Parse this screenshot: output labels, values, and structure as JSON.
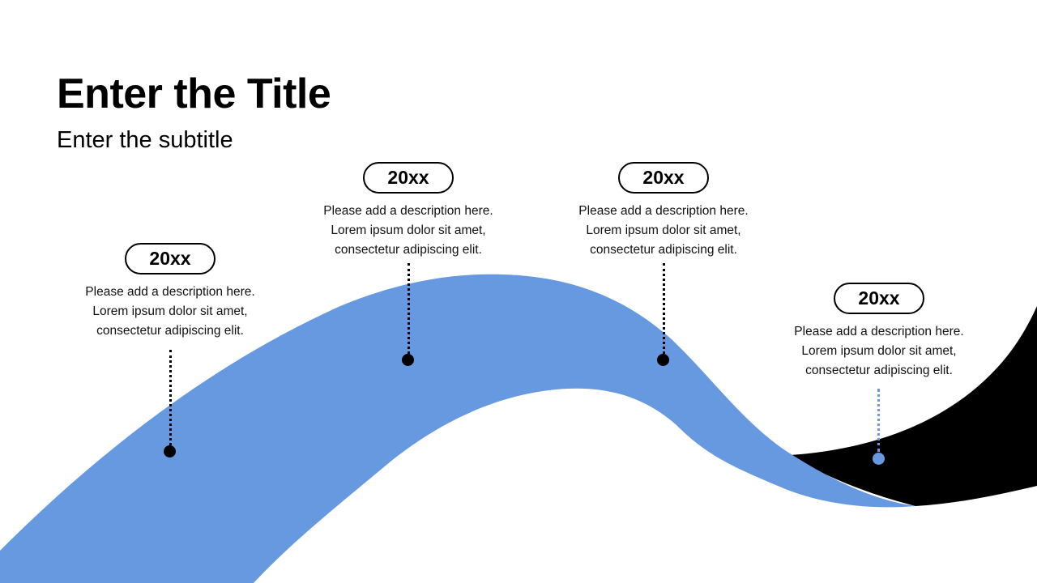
{
  "slide": {
    "title": "Enter the Title",
    "subtitle": "Enter the subtitle"
  },
  "colors": {
    "accent_blue": "#6699E0",
    "dark": "#000000",
    "background": "#FFFFFF"
  },
  "milestones": [
    {
      "year": "20xx",
      "lines": [
        "Please add a description here.",
        "Lorem ipsum dolor sit amet,",
        "consectetur adipiscing elit."
      ]
    },
    {
      "year": "20xx",
      "lines": [
        "Please add a description here.",
        "Lorem ipsum dolor sit amet,",
        "consectetur adipiscing elit."
      ]
    },
    {
      "year": "20xx",
      "lines": [
        "Please add a description here.",
        "Lorem ipsum dolor sit amet,",
        "consectetur adipiscing elit."
      ]
    },
    {
      "year": "20xx",
      "lines": [
        "Please add a description here.",
        "Lorem ipsum dolor sit amet,",
        "consectetur adipiscing elit."
      ]
    }
  ]
}
